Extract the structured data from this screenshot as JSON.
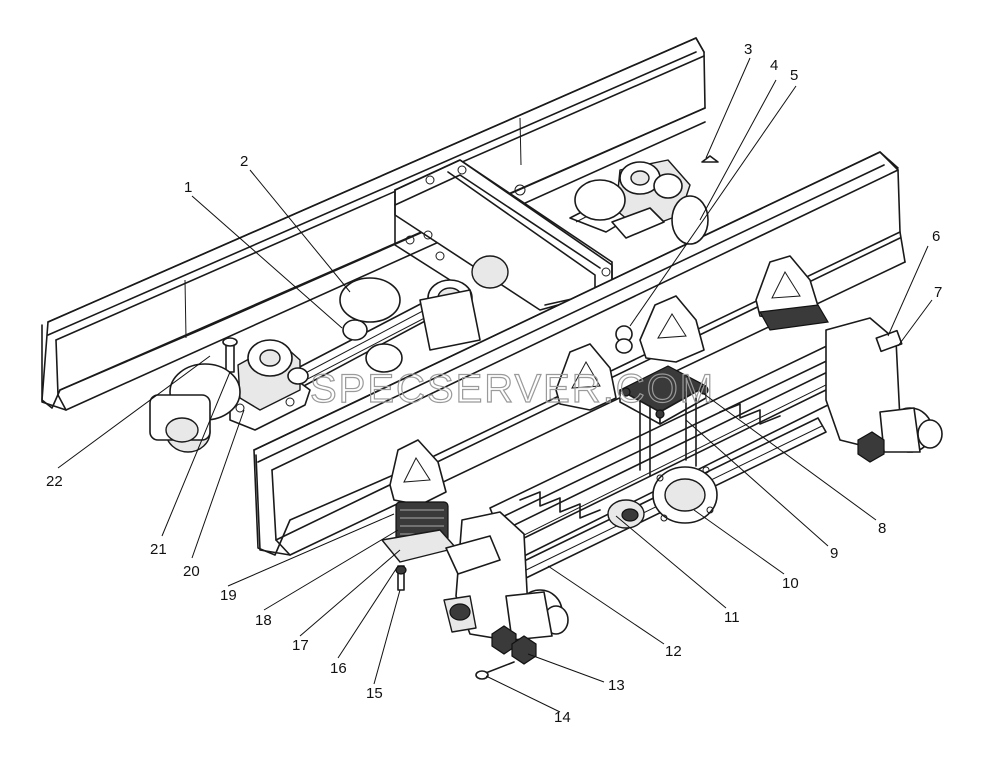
{
  "watermark": "SPECSERVER.COM",
  "callouts": [
    {
      "id": "1",
      "text": "1"
    },
    {
      "id": "2",
      "text": "2"
    },
    {
      "id": "3",
      "text": "3"
    },
    {
      "id": "4",
      "text": "4"
    },
    {
      "id": "5",
      "text": "5"
    },
    {
      "id": "6",
      "text": "6"
    },
    {
      "id": "7",
      "text": "7"
    },
    {
      "id": "8",
      "text": "8"
    },
    {
      "id": "9",
      "text": "9"
    },
    {
      "id": "10",
      "text": "10"
    },
    {
      "id": "11",
      "text": "11"
    },
    {
      "id": "12",
      "text": "12"
    },
    {
      "id": "13",
      "text": "13"
    },
    {
      "id": "14",
      "text": "14"
    },
    {
      "id": "15",
      "text": "15"
    },
    {
      "id": "16",
      "text": "16"
    },
    {
      "id": "17",
      "text": "17"
    },
    {
      "id": "18",
      "text": "18"
    },
    {
      "id": "19",
      "text": "19"
    },
    {
      "id": "20",
      "text": "20"
    },
    {
      "id": "21",
      "text": "21"
    },
    {
      "id": "22",
      "text": "22"
    }
  ]
}
